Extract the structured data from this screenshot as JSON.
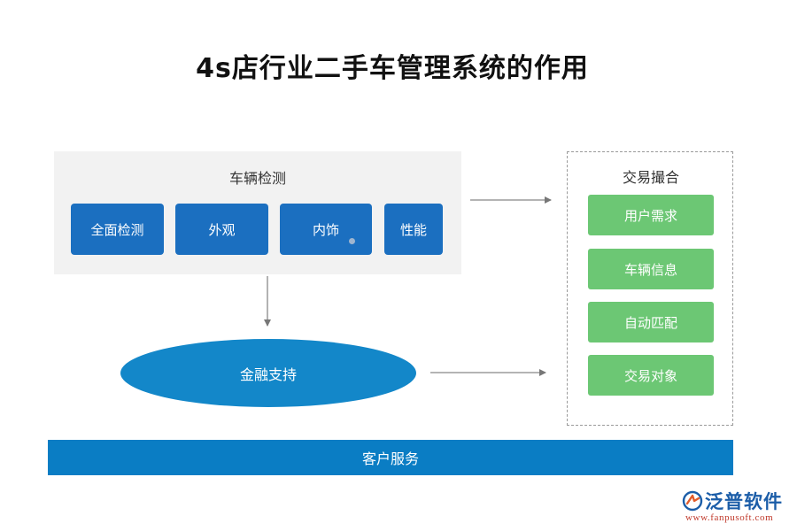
{
  "title": "4s店行业二手车管理系统的作用",
  "inspection": {
    "label": "车辆检测",
    "items": [
      "全面检测",
      "外观",
      "内饰",
      "性能"
    ]
  },
  "finance": {
    "label": "金融支持"
  },
  "matching": {
    "label": "交易撮合",
    "items": [
      "用户需求",
      "车辆信息",
      "自动匹配",
      "交易对象"
    ]
  },
  "service": {
    "label": "客户服务"
  },
  "logo": {
    "name": "泛普软件",
    "url": "www.fanpusoft.com"
  },
  "colors": {
    "blue_box": "#1b6fc0",
    "ellipse": "#1387c9",
    "green_box": "#6cc774",
    "service_bar": "#0a7dc4",
    "panel_bg": "#f2f2f2"
  }
}
